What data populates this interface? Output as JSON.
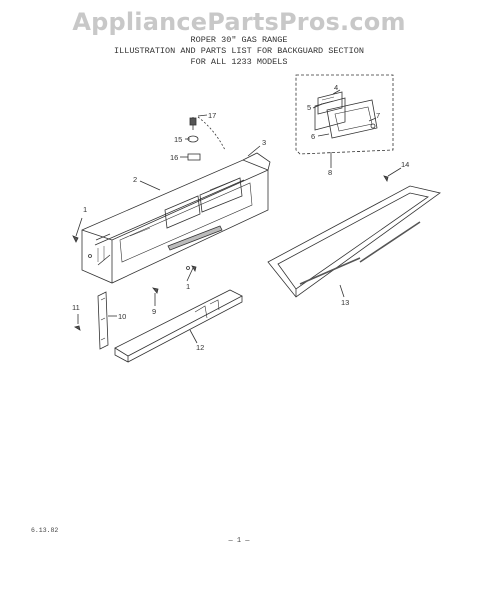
{
  "watermark": "AppliancePartsPros.com",
  "header": {
    "line1": "ROPER 30\" GAS RANGE",
    "line2": "ILLUSTRATION AND PARTS LIST FOR BACKGUARD SECTION",
    "line3": "FOR ALL 1233 MODELS"
  },
  "callouts": {
    "c1a": "1",
    "c1b": "1",
    "c2": "2",
    "c3": "3",
    "c4": "4",
    "c5": "5",
    "c6": "6",
    "c7": "7",
    "c8": "8",
    "c9": "9",
    "c10": "10",
    "c11": "11",
    "c12": "12",
    "c13": "13",
    "c14": "14",
    "c15": "15",
    "c16": "16",
    "c17": "17"
  },
  "footer": {
    "date": "6.13.82",
    "page": "— 1 —"
  }
}
